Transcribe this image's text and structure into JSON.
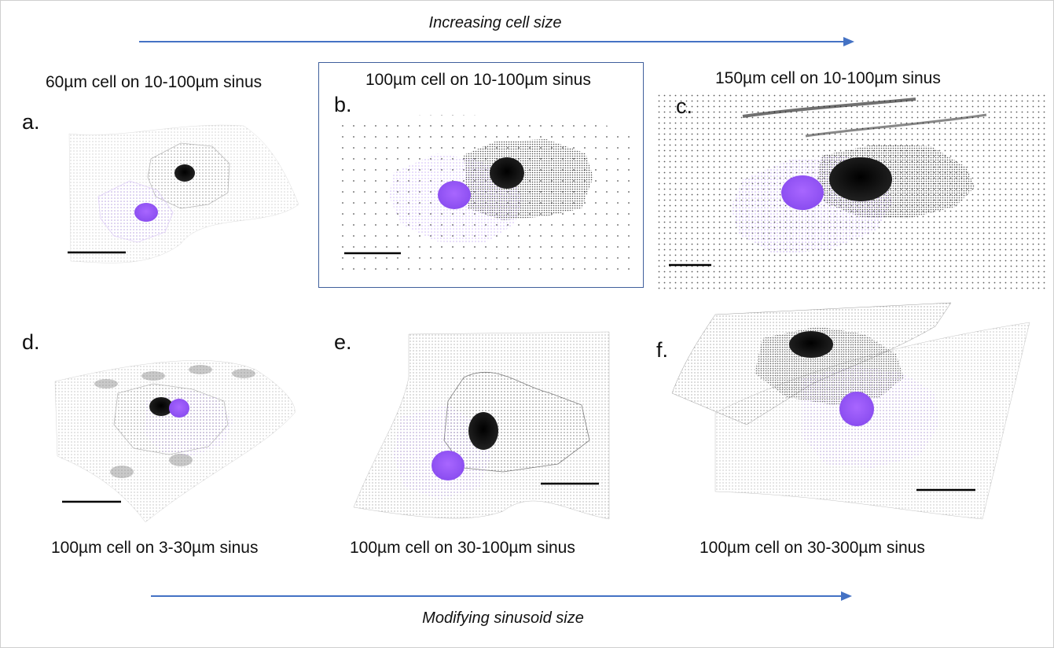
{
  "top_axis": {
    "label": "Increasing cell size"
  },
  "bottom_axis": {
    "label": "Modifying sinusoid size"
  },
  "panels": [
    {
      "letter": "a.",
      "caption": "60µm cell on 10-100µm sinus"
    },
    {
      "letter": "b.",
      "caption": "100µm cell on 10-100µm sinus"
    },
    {
      "letter": "c.",
      "caption": "150µm cell on 10-100µm sinus"
    },
    {
      "letter": "d.",
      "caption": "100µm cell on 3-30µm sinus"
    },
    {
      "letter": "e.",
      "caption": "100µm cell on 30-100µm sinus"
    },
    {
      "letter": "f.",
      "caption": "100µm cell on 30-300µm sinus"
    }
  ],
  "colors": {
    "arrow": "#4472c4",
    "highlight": "#3f5f9c",
    "purple": "#9b5cf5",
    "dark": "#1a1a1a"
  }
}
